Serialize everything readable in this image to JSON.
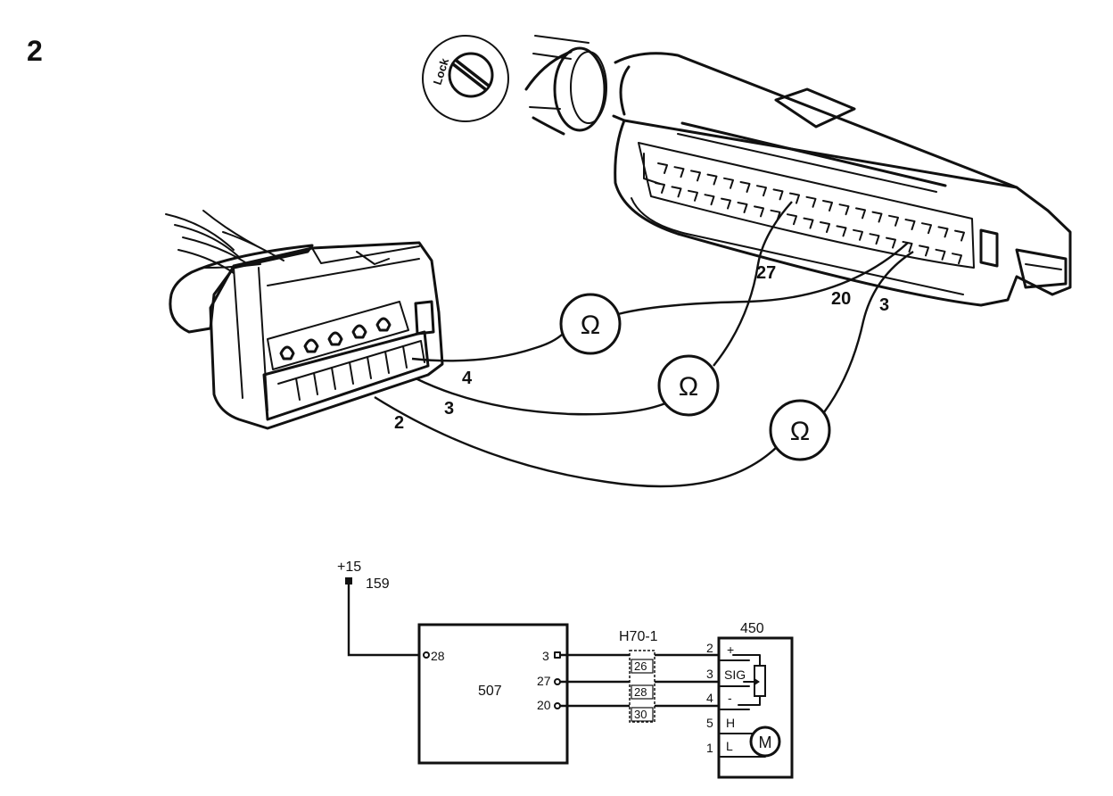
{
  "figure_number": "2",
  "lock_label": "Lock",
  "ohm_symbol": "Ω",
  "meters": [
    "Ω",
    "Ω",
    "Ω"
  ],
  "probe_labels": {
    "small_pin_4": "4",
    "small_pin_3": "3",
    "small_pin_2": "2",
    "ecu_pin_27": "27",
    "ecu_pin_20": "20",
    "ecu_pin_3": "3"
  },
  "schematic": {
    "supply_label": "+15",
    "supply_wire_no": "159",
    "ecu": {
      "name": "507",
      "pin_28": "28",
      "pin_3": "3",
      "pin_27": "27",
      "pin_20": "20"
    },
    "connector": {
      "name": "H70-1",
      "pins": [
        "26",
        "28",
        "30"
      ]
    },
    "sensor": {
      "name": "450",
      "pin_2": "2",
      "pin_3": "3",
      "pin_4": "4",
      "pin_5": "5",
      "pin_1": "1",
      "term_plus": "+",
      "term_sig": "SIG",
      "term_minus": "-",
      "term_h": "H",
      "term_l": "L",
      "motor": "M"
    }
  }
}
